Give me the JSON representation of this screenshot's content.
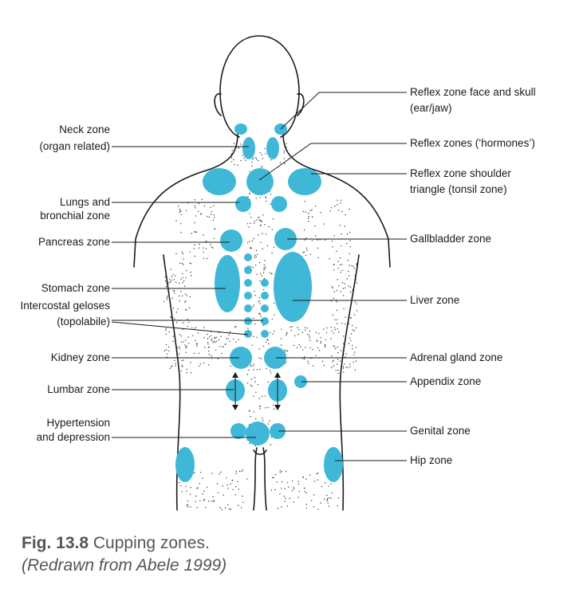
{
  "figure": {
    "labels_left": {
      "neck_1": "Neck zone",
      "neck_2": "(organ related)",
      "lungs_1": "Lungs and",
      "lungs_2": "bronchial zone",
      "pancreas": "Pancreas zone",
      "stomach": "Stomach zone",
      "intercostal_1": "Intercostal geloses",
      "intercostal_2": "(topolabile)",
      "kidney": "Kidney zone",
      "lumbar": "Lumbar zone",
      "hypertension_1": "Hypertension",
      "hypertension_2": "and depression"
    },
    "labels_right": {
      "face_1": "Reflex zone face and skull",
      "face_2": "(ear/jaw)",
      "hormones": "Reflex zones (‘hormones’)",
      "shoulder_1": "Reflex zone shoulder",
      "shoulder_2": "triangle (tonsil zone)",
      "gallbladder": "Gallbladder zone",
      "liver": "Liver zone",
      "adrenal": "Adrenal gland zone",
      "appendix": "Appendix zone",
      "genital": "Genital zone",
      "hip": "Hip zone"
    },
    "zone_color": "#3fb8d8"
  },
  "caption": {
    "number": "Fig. 13.8",
    "title": "Cupping zones.",
    "credit": "(Redrawn from Abele 1999)"
  }
}
